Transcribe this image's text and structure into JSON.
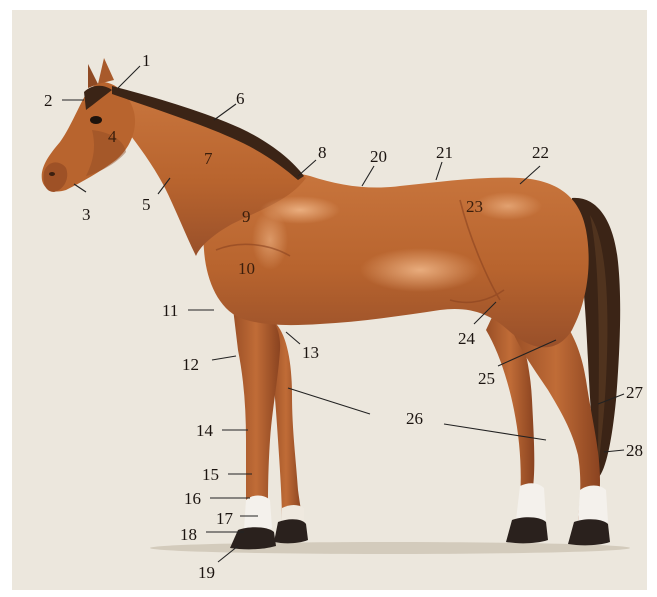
{
  "diagram": {
    "labels": [
      "1",
      "2",
      "3",
      "4",
      "5",
      "6",
      "7",
      "8",
      "9",
      "10",
      "11",
      "12",
      "13",
      "14",
      "15",
      "16",
      "17",
      "18",
      "19",
      "20",
      "21",
      "22",
      "23",
      "24",
      "25",
      "26",
      "26",
      "27",
      "28"
    ]
  },
  "colors": {
    "paper": "#ece7dd",
    "coat": "#b8642e",
    "coat_shadow": "#8a4320",
    "coat_light": "#d98d57",
    "mane_tail": "#3b2416",
    "hoof": "#2a211d",
    "sock": "#f4f1ec",
    "ink": "#1b1410"
  }
}
